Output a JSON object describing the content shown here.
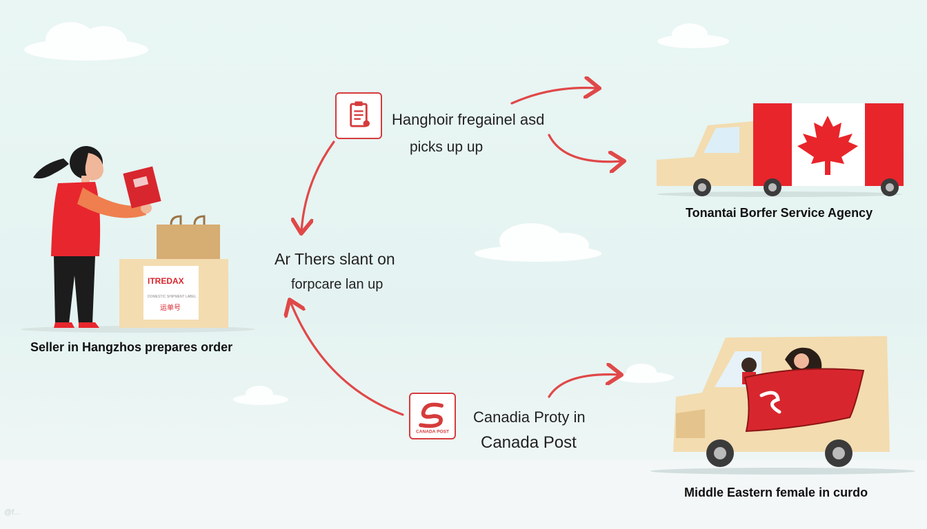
{
  "steps": {
    "pickup_line1": "Hanghoir fregainel asd",
    "pickup_line2": "picks up up",
    "middle_line1": "Ar Thers slant on",
    "middle_line2": "forpcare lan up",
    "post_line1": "Canadia Proty in",
    "post_line2": "Canada Post"
  },
  "captions": {
    "seller": "Seller in Hangzhos prepares order",
    "cbsa": "Tonantai Borfer Service Agency",
    "van": "Middle Eastern female in curdo"
  },
  "box_label": {
    "line1": "ITREDAX",
    "line2": "DOMESTIC SHIPMENT LABEL",
    "line3": "运单号"
  },
  "post_logo_text": "CANADA POST",
  "watermark": "@f...",
  "colors": {
    "accent_red": "#e04848",
    "flag_red": "#e8252b",
    "truck_beige": "#f3dcb0",
    "background": "#e7f5f3"
  },
  "icons": {
    "order_icon": "clipboard-icon",
    "post_icon": "canada-post-logo-icon"
  }
}
